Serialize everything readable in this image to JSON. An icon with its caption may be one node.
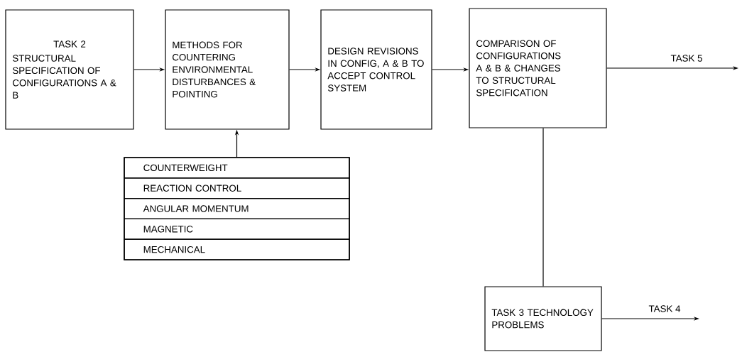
{
  "diagram": {
    "nodes": [
      {
        "text": [
          "TASK 2",
          "STRUCTURAL SPECIFICATION OF CONFIGURATIONS A & B"
        ]
      },
      {
        "text": [
          "METHODS FOR COUNTERING ENVIRONMENTAL DISTURBANCES & POINTING"
        ]
      },
      {
        "text": [
          "DESIGN REVISIONS IN CONFIG, A & B TO ACCEPT CONTROL SYSTEM"
        ]
      },
      {
        "text": [
          "COMPARISON OF CONFIGURATIONS A & B & CHANGES TO STRUCTURAL SPECIFICATION"
        ]
      },
      {
        "text": [],
        "shape": "box"
      },
      {
        "text": [
          "COUNTERWEIGHT"
        ],
        "in": 4
      },
      {
        "text": [
          "REACTION CONTROL"
        ],
        "in": 4
      },
      {
        "text": [
          "ANGULAR MOMENTUM"
        ],
        "in": 4
      },
      {
        "text": [
          "MAGNETIC"
        ],
        "in": 4
      },
      {
        "text": [
          "MECHANICAL"
        ],
        "in": 4
      },
      {
        "text": [
          "TASK 3 TECHNOLOGY PROBLEMS"
        ]
      }
    ],
    "edges": [
      {
        "from": 0,
        "to": 1,
        "arrow": "to"
      },
      {
        "from": 1,
        "to": 2,
        "arrow": "to"
      },
      {
        "from": 2,
        "to": 3,
        "arrow": "to"
      },
      {
        "from": 3,
        "to": null,
        "arrow": "to",
        "label": "TASK 5"
      },
      {
        "from": 4,
        "to": 1,
        "arrow": "to"
      },
      {
        "from": 3,
        "to": 10,
        "arrow": "none"
      },
      {
        "from": 10,
        "to": null,
        "arrow": "to",
        "label": "TASK 4"
      }
    ]
  }
}
